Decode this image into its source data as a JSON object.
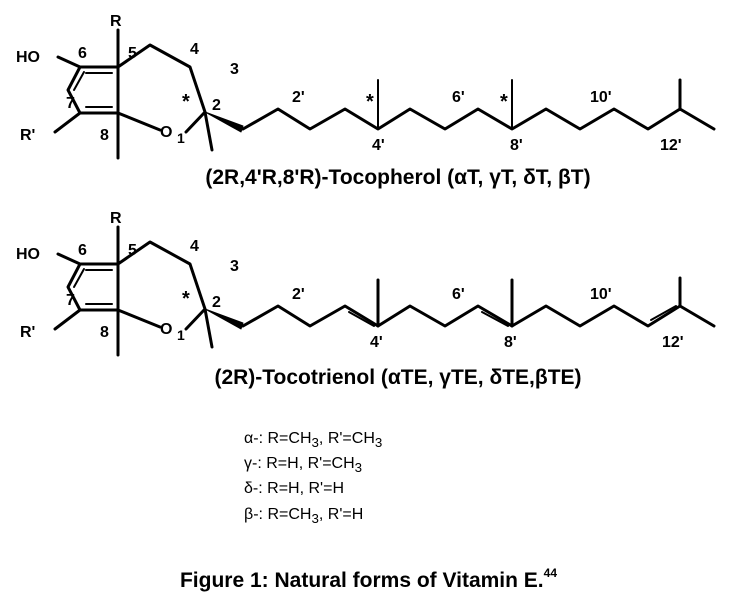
{
  "structure1": {
    "title": "(2R,4'R,8'R)-Tocopherol (αT, γT, δT, βT)",
    "atom_labels": {
      "HO": "HO",
      "R": "R",
      "R_prime": "R'",
      "O": "O",
      "n1": "1",
      "n2": "2",
      "n3": "3",
      "n4": "4",
      "n5": "5",
      "n6": "6",
      "n7": "7",
      "n8": "8",
      "n2p": "2'",
      "n4p": "4'",
      "n6p": "6'",
      "n8p": "8'",
      "n10p": "10'",
      "n12p": "12'",
      "star": "*"
    }
  },
  "structure2": {
    "title": "(2R)-Tocotrienol (αTE, γTE, δTE,βTE)",
    "atom_labels": {
      "HO": "HO",
      "R": "R",
      "R_prime": "R'",
      "O": "O",
      "n1": "1",
      "n2": "2",
      "n3": "3",
      "n4": "4",
      "n5": "5",
      "n6": "6",
      "n7": "7",
      "n8": "8",
      "n2p": "2'",
      "n4p": "4'",
      "n6p": "6'",
      "n8p": "8'",
      "n10p": "10'",
      "n12p": "12'",
      "star": "*"
    }
  },
  "legend": [
    {
      "prefix": "α-:",
      "r": "R=CH",
      "r_sub": "3",
      "rp": ", R'=CH",
      "rp_sub": "3"
    },
    {
      "prefix": "γ-:",
      "r": "R=H",
      "r_sub": "",
      "rp": ", R'=CH",
      "rp_sub": "3"
    },
    {
      "prefix": "δ-:",
      "r": "R=H",
      "r_sub": "",
      "rp": ", R'=H",
      "rp_sub": ""
    },
    {
      "prefix": "β-:",
      "r": "R=CH",
      "r_sub": "3",
      "rp": ", R'=H",
      "rp_sub": ""
    }
  ],
  "caption": {
    "text": "Figure 1: Natural forms of Vitamin E.",
    "ref": "44"
  },
  "colors": {
    "ink": "#000000",
    "background": "#ffffff"
  }
}
